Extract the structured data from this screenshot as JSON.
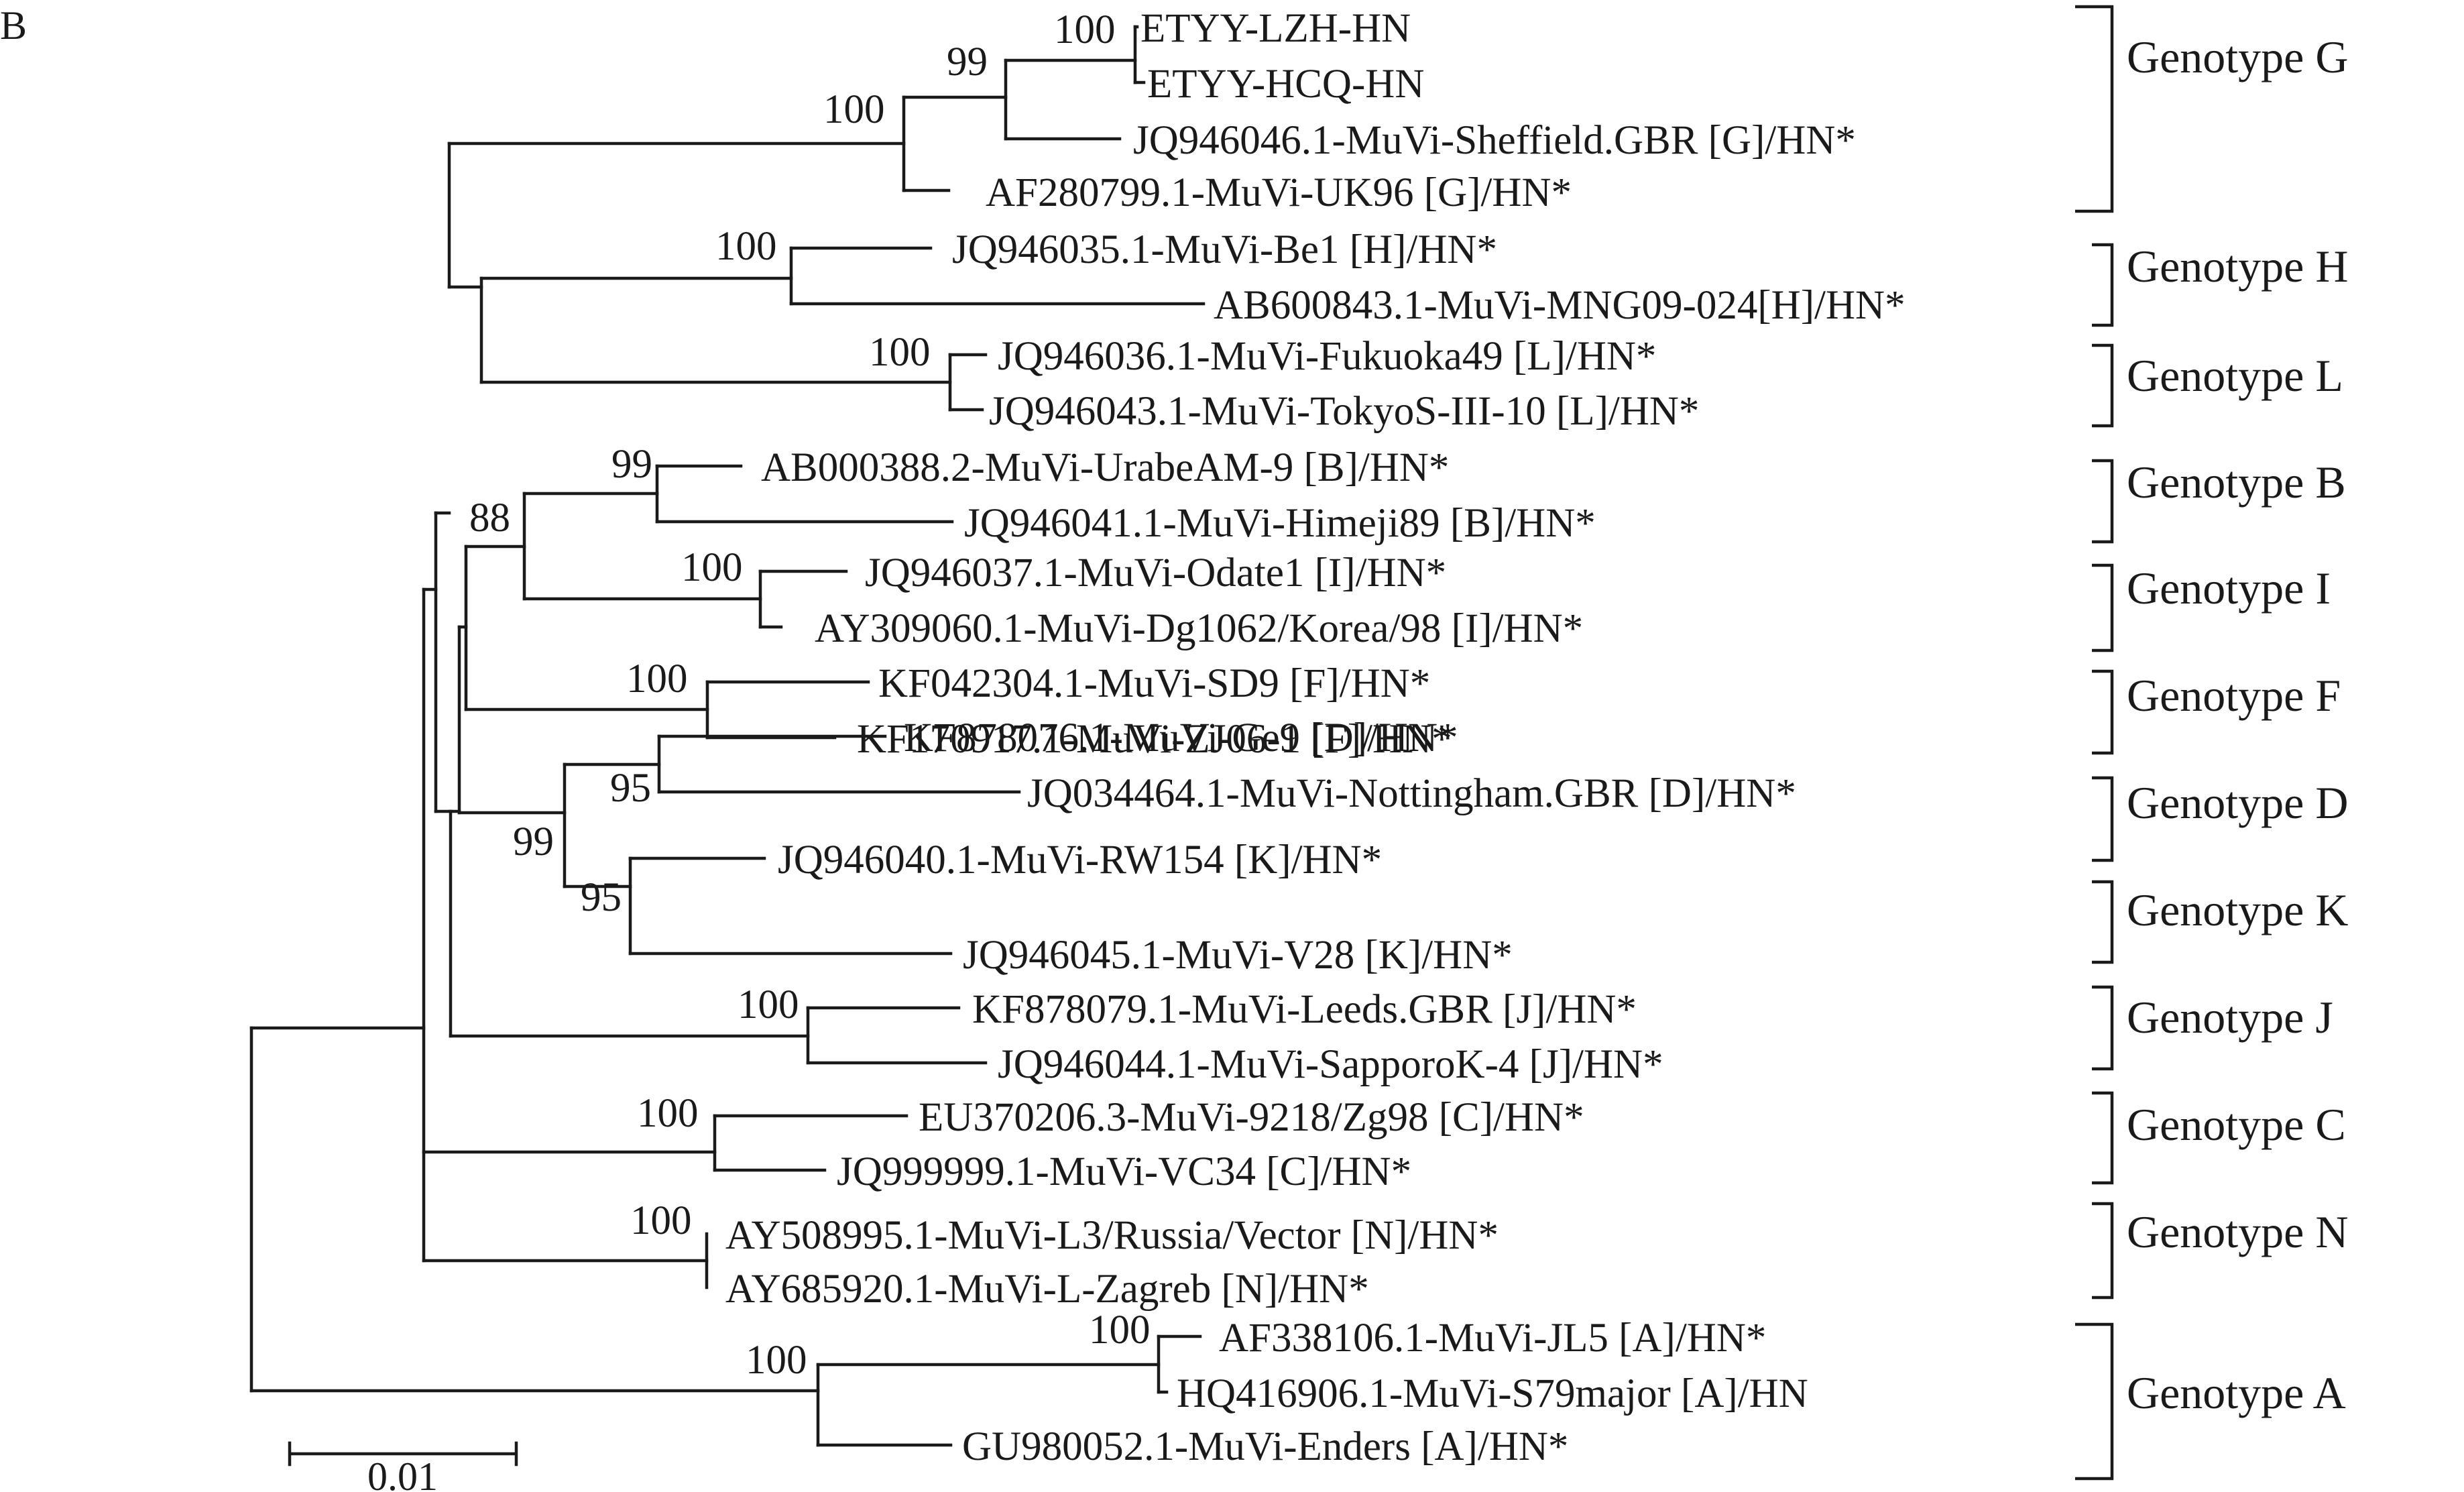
{
  "panel_label": "B",
  "scale_bar_label": "0.01",
  "tree": {
    "ETYY-LZH-HN": [
      "ETYY-LZH-HN",
      "ETYY-HCQ-HN",
      "JQ946046.1-MuVi-Sheffield.GBR [G]/HN*",
      "AF280799.1-MuVi-UK96 [G]/HN*",
      "JQ946035.1-MuVi-Be1 [H]/HN*",
      "AB600843.1-MuVi-MNG09-024[H]/HN*",
      "JQ946036.1-MuVi-Fukuoka49 [L]/HN*",
      "JQ946043.1-MuVi-TokyoS-III-10 [L]/HN*",
      "AB000388.2-MuVi-UrabeAM-9 [B]/HN*",
      "JQ946041.1-MuVi-Himeji89 [B]/HN*",
      "JQ946037.1-MuVi-Odate1 [I]/HN*",
      "AY309060.1-MuVi-Dg1062/Korea/98 [I]/HN*",
      "KF042304.1-MuVi-SD9 [F]/HN*",
      "KF170917.1-MuVi-ZJ06-1 [F]/HN*",
      "KF878076.1-MuVi-Ge9 [D]/HN*",
      "JQ034464.1-MuVi-Nottingham.GBR [D]/HN*",
      "JQ946040.1-MuVi-RW154 [K]/HN*",
      "JQ946045.1-MuVi-V28 [K]/HN*",
      "KF878079.1-MuVi-Leeds.GBR [J]/HN*",
      "JQ946044.1-MuVi-SapporoK-4 [J]/HN*",
      "EU370206.3-MuVi-9218/Zg98 [C]/HN*",
      "JQ999999.1-MuVi-VC34 [C]/HN*",
      "AY508995.1-MuVi-L3/Russia/Vector [N]/HN*",
      "AY685920.1-MuVi-L-Zagreb [N]/HN*",
      "AF338106.1-MuVi-JL5 [A]/HN*",
      "HQ416906.1-MuVi-S79major [A]/HN",
      "GU980052.1-MuVi-Enders [A]/HN*"
    ],
    "bootstrap": [
      "100",
      "99",
      "100",
      "100",
      "100",
      "99",
      "88",
      "100",
      "100",
      "95",
      "99",
      "95",
      "100",
      "100",
      "100",
      "100",
      "100"
    ],
    "genotypes": [
      {
        "label": "Genotype G",
        "tips": 4
      },
      {
        "label": "Genotype H",
        "tips": 2
      },
      {
        "label": "Genotype L",
        "tips": 2
      },
      {
        "label": "Genotype B",
        "tips": 2
      },
      {
        "label": "Genotype I",
        "tips": 2
      },
      {
        "label": "Genotype F",
        "tips": 2
      },
      {
        "label": "Genotype D",
        "tips": 2
      },
      {
        "label": "Genotype K",
        "tips": 2
      },
      {
        "label": "Genotype J",
        "tips": 2
      },
      {
        "label": "Genotype C",
        "tips": 2
      },
      {
        "label": "Genotype N",
        "tips": 2
      },
      {
        "label": "Genotype A",
        "tips": 3
      }
    ]
  }
}
